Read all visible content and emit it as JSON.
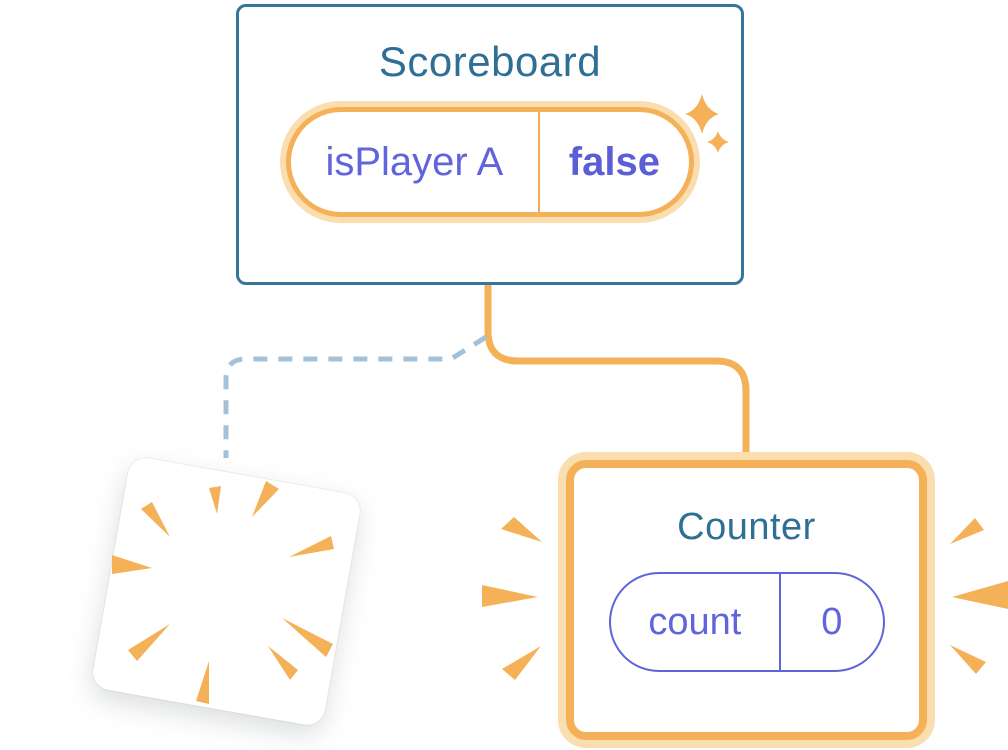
{
  "scoreboard": {
    "title": "Scoreboard",
    "state": {
      "name": "isPlayer A",
      "value": "false"
    }
  },
  "counter": {
    "title": "Counter",
    "state": {
      "name": "count",
      "value": "0"
    }
  },
  "decorations": {
    "sparkles": "sparkle-icon",
    "removed_card_burst": "burst-rays-icon",
    "counter_emphasis": "emphasis-rays-icon"
  },
  "colors": {
    "accent_orange": "#F5B157",
    "accent_orange_light": "#FBDEB0",
    "card_border_blue": "#35759E",
    "title_text": "#2F6F95",
    "state_purple": "#6164DA",
    "dashed_connector": "#A3C1D9"
  }
}
